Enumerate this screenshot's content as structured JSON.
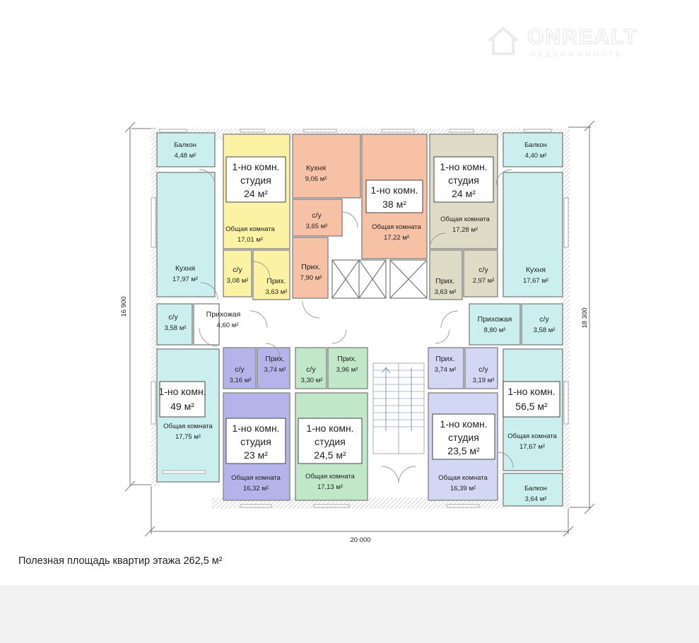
{
  "watermark": {
    "brand": "ONREALT",
    "tagline": "НЕДВИЖИМОСТЬ"
  },
  "dimensions": {
    "left": "16 900",
    "right": "18 300",
    "bottom": "20 000"
  },
  "unit_suffix": "м²",
  "rooms": {
    "balcony_tl": {
      "name": "Балкон",
      "area": "4,48 м²"
    },
    "kitchen_l": {
      "name": "Кухня",
      "area": "17,97 м²"
    },
    "bath_l": {
      "name": "с/у",
      "area": "3,58 м²"
    },
    "hall_l": {
      "name": "Прихожая",
      "area": "4,60 м²"
    },
    "apt_l_living": {
      "name": "Общая комната",
      "area": "17,75 м²"
    },
    "y_living": {
      "name": "Общая комната",
      "area": "17,01 м²"
    },
    "y_bath": {
      "name": "с/у",
      "area": "3,08 м²"
    },
    "y_hall": {
      "name": "Прих.",
      "area": "3,63 м²"
    },
    "o_kitchen": {
      "name": "Кухня",
      "area": "9,06 м²"
    },
    "o_bath": {
      "name": "с/у",
      "area": "3,65 м²"
    },
    "o_hall": {
      "name": "Прих.",
      "area": "7,90 м²"
    },
    "o_living": {
      "name": "Общая комната",
      "area": "17,22 м²"
    },
    "t_living": {
      "name": "Общая комната",
      "area": "17,28 м²"
    },
    "t_bath": {
      "name": "с/у",
      "area": "2,97 м²"
    },
    "t_hall": {
      "name": "Прих.",
      "area": "3,63 м²"
    },
    "balcony_tr": {
      "name": "Балкон",
      "area": "4,40 м²"
    },
    "kitchen_r": {
      "name": "Кухня",
      "area": "17,67 м²"
    },
    "hall_r": {
      "name": "Прихожая",
      "area": "8,80 м²"
    },
    "bath_r": {
      "name": "с/у",
      "area": "3,58 м²"
    },
    "apt_r_living": {
      "name": "Общая комната",
      "area": "17,67 м²"
    },
    "balcony_br": {
      "name": "Балкон",
      "area": "3,64 м²"
    },
    "p_bath": {
      "name": "с/у",
      "area": "3,16 м²"
    },
    "p_hall": {
      "name": "Прих.",
      "area": "3,74 м²"
    },
    "p_living": {
      "name": "Общая комната",
      "area": "16,32 м²"
    },
    "g_bath": {
      "name": "с/у",
      "area": "3,30 м²"
    },
    "g_hall": {
      "name": "Прих.",
      "area": "3,96 м²"
    },
    "g_living": {
      "name": "Общая комната",
      "area": "17,13 м²"
    },
    "lb_bath": {
      "name": "с/у",
      "area": "3,19 м²"
    },
    "lb_hall": {
      "name": "Прих.",
      "area": "3,74 м²"
    },
    "lb_living": {
      "name": "Общая комната",
      "area": "16,39 м²"
    }
  },
  "apartments": {
    "yellow": {
      "line1": "1-но комн.",
      "line2": "студия",
      "line3": "24 м²"
    },
    "orange": {
      "line1": "1-но комн.",
      "line2": "38 м²"
    },
    "tan": {
      "line1": "1-но комн.",
      "line2": "студия",
      "line3": "24 м²"
    },
    "left": {
      "line1": "1-но комн.",
      "line2": "49 м²"
    },
    "right": {
      "line1": "1-но комн.",
      "line2": "56,5 м²"
    },
    "purple": {
      "line1": "1-но комн.",
      "line2": "студия",
      "line3": "23 м²"
    },
    "green": {
      "line1": "1-но комн.",
      "line2": "студия",
      "line3": "24,5 м²"
    },
    "lavender": {
      "line1": "1-но комн.",
      "line2": "студия",
      "line3": "23,5 м²"
    }
  },
  "summary": "Полезная площадь квартир этажа 262,5 м²",
  "colors": {
    "cyan": "#cbeeee",
    "yellow": "#fbf3a3",
    "orange": "#f7c1a6",
    "tan": "#dedcc6",
    "purple": "#b4b3ea",
    "green": "#bfe7c8",
    "lavender": "#d2d8f3",
    "wall": "#8d8d8d"
  }
}
